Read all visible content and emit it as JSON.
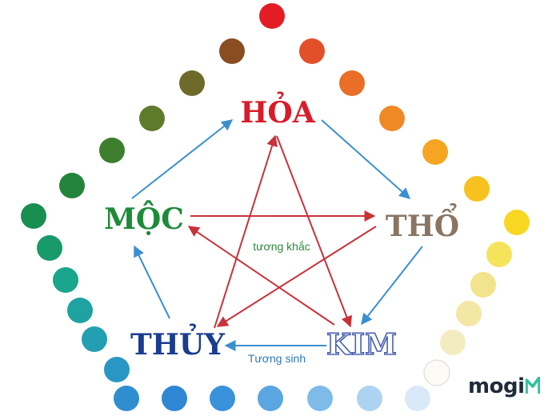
{
  "elements": {
    "hoa": {
      "label": "HỎA",
      "color": "#d81c2a"
    },
    "tho": {
      "label": "THỔ",
      "color": "#8a7563"
    },
    "kim": {
      "label": "KIM",
      "color": "#4a63b0"
    },
    "thuy": {
      "label": "THỦY",
      "color": "#1b3d8f"
    },
    "moc": {
      "label": "MỘC",
      "color": "#1f8a3a"
    }
  },
  "captions": {
    "tuong_khac": "tương khắc",
    "tuong_sinh": "Tương sinh"
  },
  "colors": {
    "sinh_arrow": "#3a8fd0",
    "khac_arrow": "#c8323b",
    "caption_green": "#2e8a3e",
    "caption_blue": "#2f79b8"
  },
  "brand": {
    "name": "mogi",
    "accent": "#2dc29b"
  },
  "color_wheel": [
    "#e31d23",
    "#e2502a",
    "#ea6d28",
    "#ee8a26",
    "#f4a623",
    "#f7c21f",
    "#f8d722",
    "#f5e35c",
    "#f2e48c",
    "#f4e7a5",
    "#f4ecc1",
    "#fdfbf5",
    "#d9e9f7",
    "#acd3f1",
    "#7ebbe9",
    "#5aa6e1",
    "#3a92dc",
    "#2f86d3",
    "#2f8ed0",
    "#2997c4",
    "#239fb2",
    "#1ea3a0",
    "#1aa58c",
    "#189a6a",
    "#1a8e50",
    "#23843c",
    "#3d7f2e",
    "#5d7b2a",
    "#6e6a2a",
    "#8a4d22",
    "#a03b20",
    "#c33622"
  ]
}
